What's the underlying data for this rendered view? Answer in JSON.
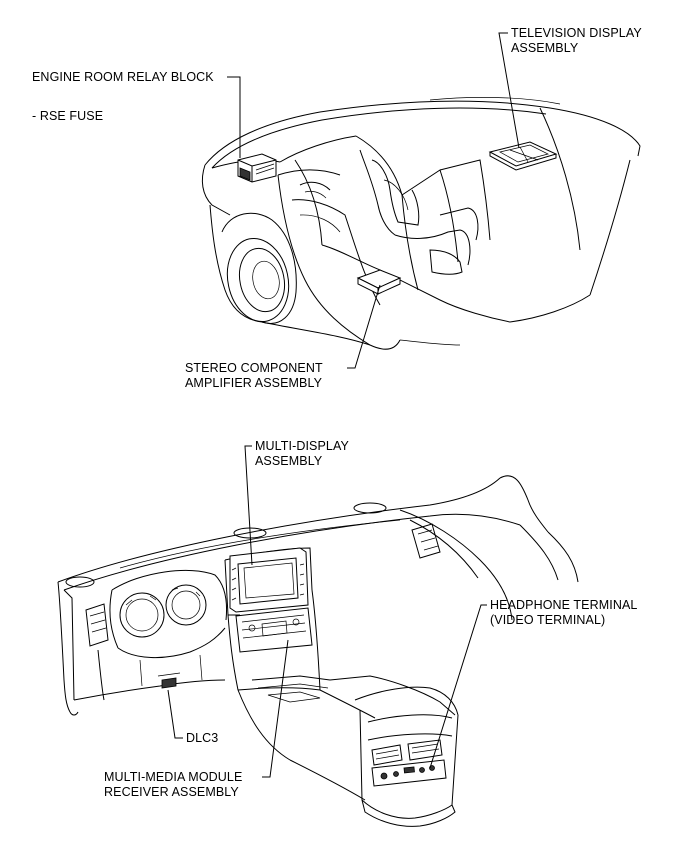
{
  "labels": {
    "engine_room_relay_block": "ENGINE ROOM RELAY BLOCK",
    "rse_fuse": "- RSE FUSE",
    "television_display_line1": "TELEVISION DISPLAY",
    "television_display_line2": "ASSEMBLY",
    "stereo_amp_line1": "STEREO COMPONENT",
    "stereo_amp_line2": "AMPLIFIER ASSEMBLY",
    "multi_display_line1": "MULTI-DISPLAY",
    "multi_display_line2": "ASSEMBLY",
    "headphone_line1": "HEADPHONE TERMINAL",
    "headphone_line2": "(VIDEO TERMINAL)",
    "dlc3": "DLC3",
    "multi_media_line1": "MULTI-MEDIA MODULE",
    "multi_media_line2": "RECEIVER ASSEMBLY"
  },
  "colors": {
    "line": "#000000",
    "background": "#ffffff"
  }
}
